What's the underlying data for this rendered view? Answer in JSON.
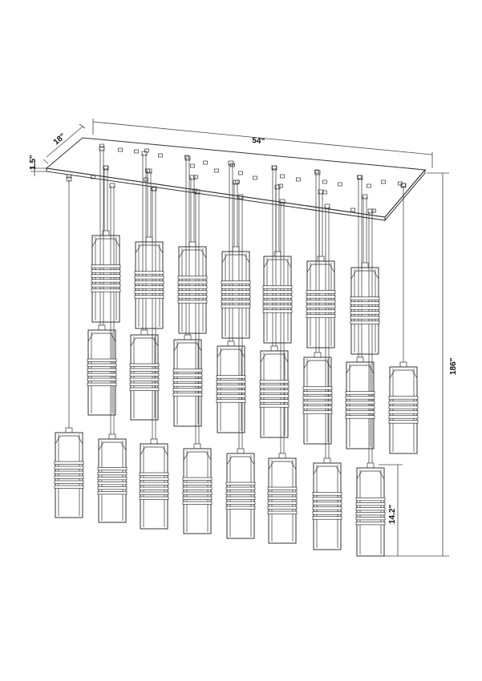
{
  "dimensions": {
    "length": "54\"",
    "depth": "18\"",
    "canopy_height": "1.5\"",
    "overall_height": "186\"",
    "shade_height": "14.2\""
  },
  "colors": {
    "line": "#333333",
    "background": "#ffffff"
  }
}
